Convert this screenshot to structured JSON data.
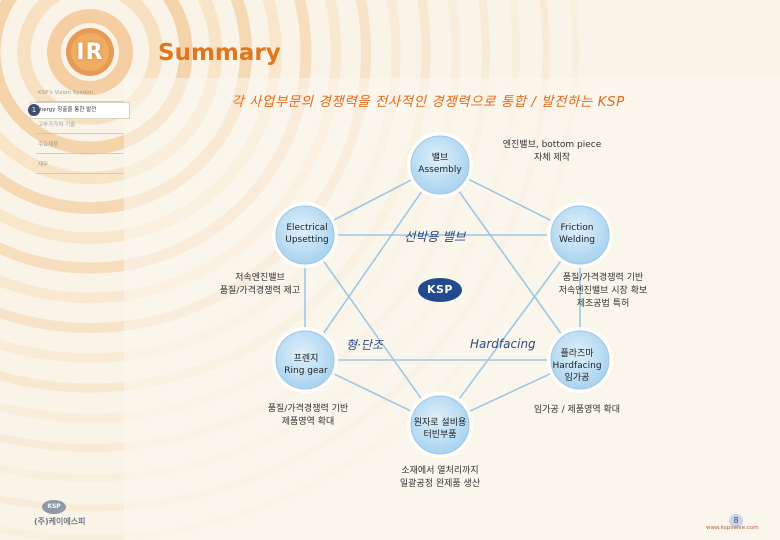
{
  "header": {
    "logo_text": "IR",
    "title": "Summary",
    "headline": "각 사업부문의 경쟁력을 전사적인 경쟁력으로 통합 / 발전하는 KSP"
  },
  "side_menu": {
    "active_number": "1",
    "items": [
      {
        "label": "KSP's Vision System"
      },
      {
        "label": "Synergy 창출을 통한 발전"
      },
      {
        "label": "고부가가치 기술"
      },
      {
        "label": "주요제품"
      },
      {
        "label": "재무"
      }
    ]
  },
  "diagram": {
    "nodes": {
      "top": {
        "line1": "밸브",
        "line2": "Assembly"
      },
      "upper_left": {
        "line1": "Electrical",
        "line2": "Upsetting"
      },
      "upper_right": {
        "line1": "Friction",
        "line2": "Welding"
      },
      "lower_left": {
        "line1": "프렌지",
        "line2": "Ring gear"
      },
      "lower_right": {
        "line1": "플라즈마",
        "line2": "Hardfacing",
        "line3": "임가공"
      },
      "bottom": {
        "line1": "원자로 설비용",
        "line2": "터빈부품"
      }
    },
    "notes": {
      "top_right": {
        "line1": "엔진밸브, bottom piece",
        "line2": "자체 제작"
      },
      "left": {
        "line1": "저속엔진밸브",
        "line2": "품질/가격경쟁력 제고"
      },
      "right": {
        "line1": "품질/가격경쟁력 기반",
        "line2": "저속엔진밸브 시장 확보",
        "line3": "제조공법 특허"
      },
      "lower_left": {
        "line1": "품질/가격경쟁력 기반",
        "line2": "제품영역 확대"
      },
      "lower_right": "임가공 / 제품영역 확대",
      "bottom": {
        "line1": "소재에서 열처리까지",
        "line2": "일괄공정 완제품 생산"
      }
    },
    "center_label": "선박용 밸브",
    "center_logo": "KSP",
    "edge_left": "형·단조",
    "edge_right": "Hardfacing",
    "colors": {
      "node_fill": "#b5daf2",
      "node_ring": "#ffffff",
      "line": "#9ec7e6",
      "accent": "#e2761f",
      "label": "#2c4a84"
    }
  },
  "footer": {
    "logo_text": "KSP",
    "company": "(주)케이에스피",
    "page_number": "8",
    "website": "www.kspvalve.com"
  }
}
